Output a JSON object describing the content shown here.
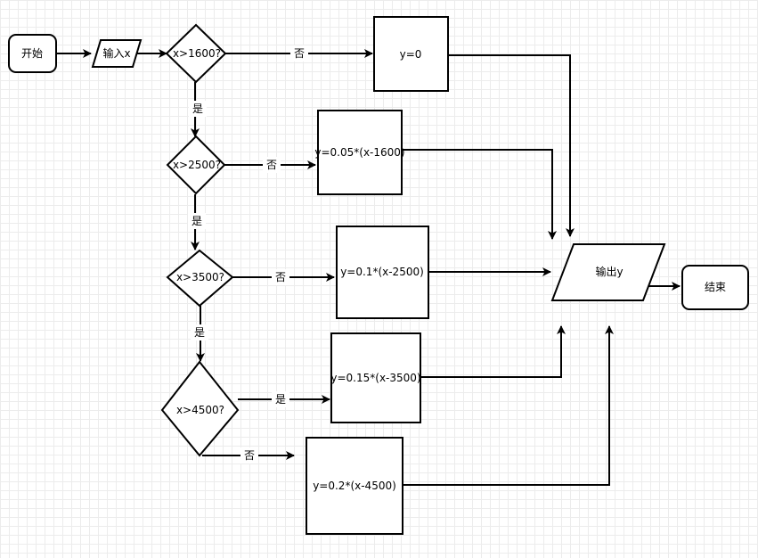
{
  "nodes": {
    "start": "开始",
    "input": "输入x",
    "cond1": "x>1600?",
    "cond2": "x>2500?",
    "cond3": "x>3500?",
    "cond4": "x>4500?",
    "y0": "y=0",
    "y1": "y=0.05*(x-1600)",
    "y2": "y=0.1*(x-2500)",
    "y3": "y=0.15*(x-3500)",
    "y4": "y=0.2*(x-4500)",
    "output": "输出y",
    "end": "结束"
  },
  "edges": {
    "c1_no": "否",
    "c1_yes": "是",
    "c2_no": "否",
    "c2_yes": "是",
    "c3_no": "否",
    "c3_yes": "是",
    "c4_yes": "是",
    "c4_no": "否"
  }
}
